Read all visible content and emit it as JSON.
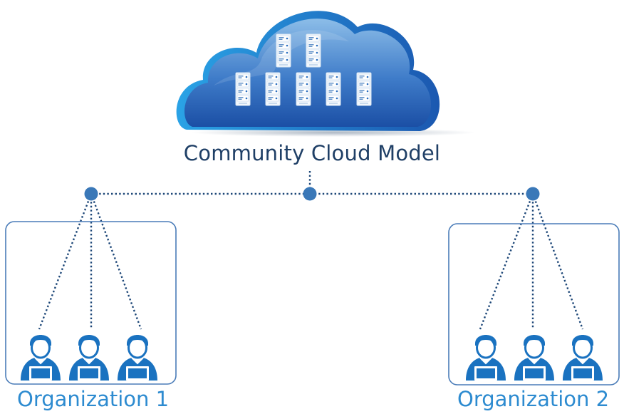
{
  "diagram": {
    "title": "Community Cloud Model",
    "cloud": {
      "icon": "cloud-icon",
      "server_icon": "server-rack-icon",
      "server_rows": [
        2,
        5
      ]
    },
    "organizations": [
      {
        "label": "Organization 1",
        "users": 3,
        "user_icon": "user-laptop-icon"
      },
      {
        "label": "Organization 2",
        "users": 3,
        "user_icon": "user-laptop-icon"
      }
    ],
    "colors": {
      "cloud_top": "#7fb4e4",
      "cloud_bottom": "#1b58b0",
      "title": "#1f3f66",
      "org_label": "#2d8bd0",
      "nodes": "#3a78b8",
      "lines": "#1d4778",
      "user": "#1a72c0",
      "box": "#4a7cb8"
    }
  }
}
